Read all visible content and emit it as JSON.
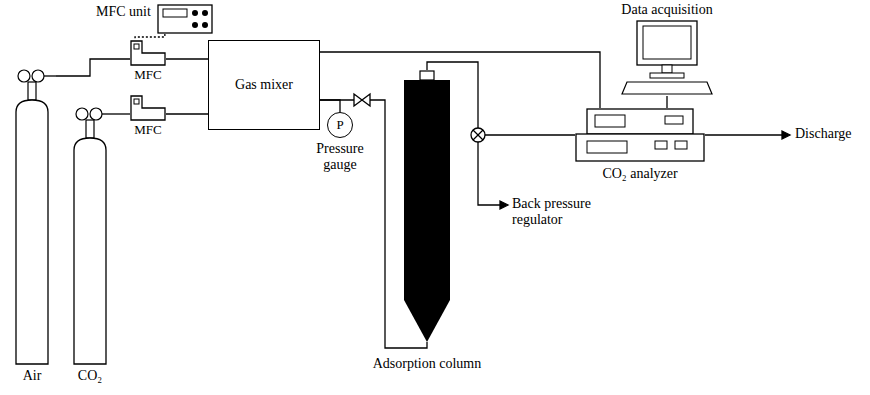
{
  "diagram": {
    "nodes": [
      {
        "text": [
          "MFC unit"
        ]
      },
      {
        "text": [
          "MFC"
        ]
      },
      {
        "text": [
          "MFC"
        ]
      },
      {
        "text": [
          "Gas mixer"
        ]
      },
      {
        "text": [
          "P",
          "Pressure gauge"
        ]
      },
      {
        "text": [
          "Air"
        ]
      },
      {
        "text": [
          "CO₂"
        ]
      },
      {
        "text": [
          "Adsorption column"
        ]
      },
      {
        "text": [
          "Data acquisition"
        ]
      },
      {
        "text": [
          "CO₂ analyzer"
        ]
      }
    ],
    "edges": [
      {
        "from": 0,
        "to": 1,
        "arrow": "none"
      },
      {
        "from": 5,
        "to": 1,
        "arrow": "none"
      },
      {
        "from": 6,
        "to": 2,
        "arrow": "none"
      },
      {
        "from": 1,
        "to": 3,
        "arrow": "none"
      },
      {
        "from": 2,
        "to": 3,
        "arrow": "none"
      },
      {
        "from": 3,
        "to": 4,
        "arrow": "none"
      },
      {
        "from": 3,
        "to": 7,
        "arrow": "none"
      },
      {
        "from": 3,
        "to": 9,
        "arrow": "none"
      },
      {
        "from": 7,
        "to": 9,
        "arrow": "none"
      },
      {
        "from": 8,
        "to": 9,
        "arrow": "none"
      }
    ],
    "labels": [
      "Back pressure regulator",
      "Discharge"
    ]
  }
}
